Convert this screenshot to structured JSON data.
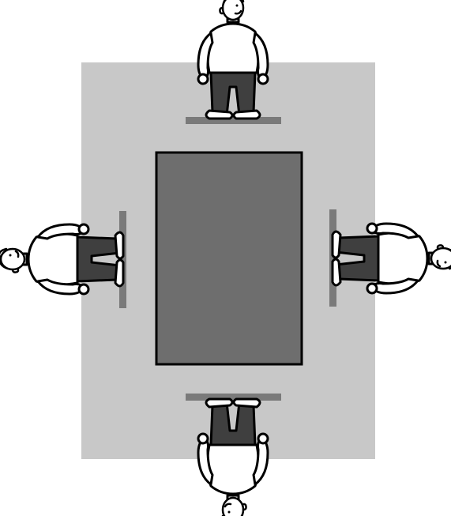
{
  "colors": {
    "background": "#ffffff",
    "floor": "#c8c8c8",
    "table": "#6e6e6e",
    "table_outline": "#000000",
    "mark": "#7a7a7a",
    "pants": "#3f3f3f",
    "shirt": "#ffffff"
  },
  "scene": {
    "figures": [
      {
        "side": "top",
        "facing": "table"
      },
      {
        "side": "left",
        "facing": "table"
      },
      {
        "side": "right",
        "facing": "table"
      },
      {
        "side": "bottom",
        "facing": "table"
      }
    ]
  }
}
